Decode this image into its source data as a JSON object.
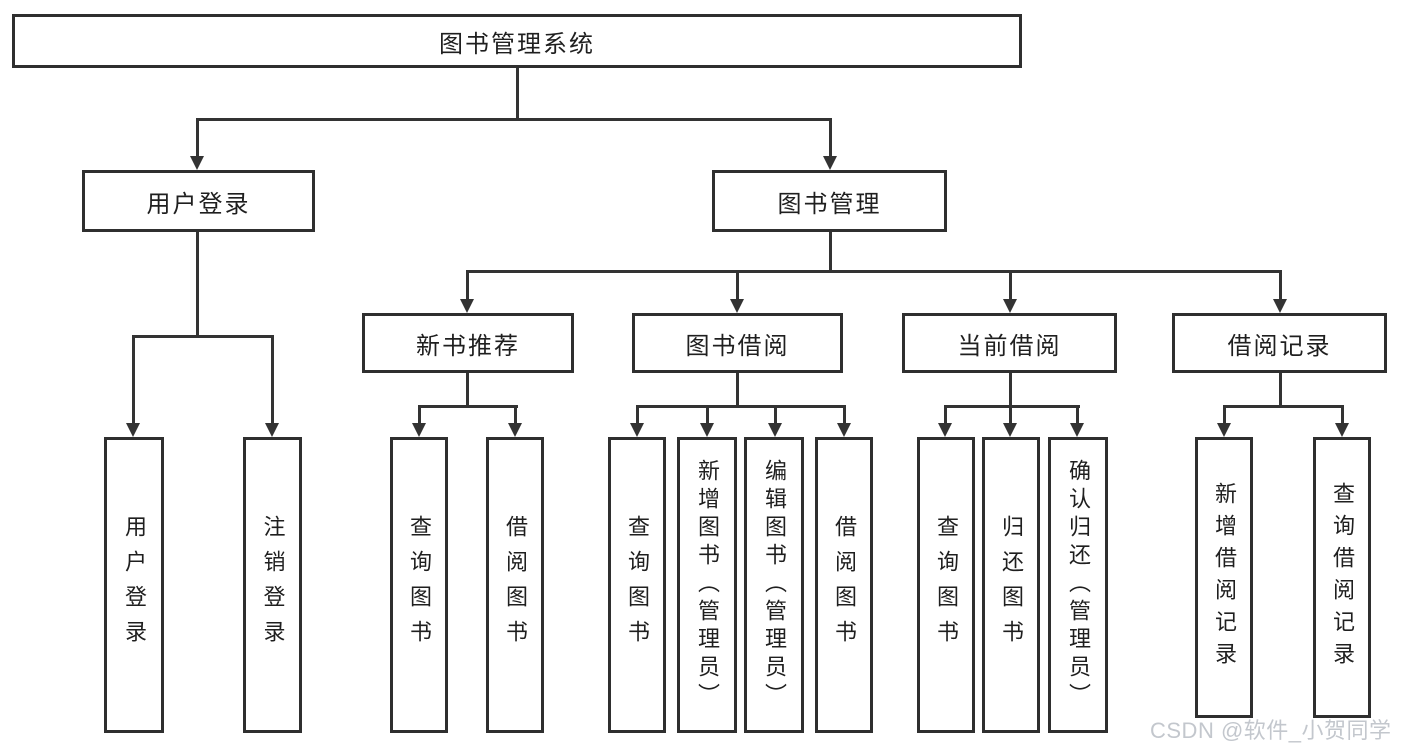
{
  "diagram": {
    "type": "hierarchy-flowchart",
    "root": {
      "label": "图书管理系统"
    },
    "branches": [
      {
        "label": "用户登录",
        "children": [
          {
            "label": "用户登录"
          },
          {
            "label": "注销登录"
          }
        ]
      },
      {
        "label": "图书管理",
        "groups": [
          {
            "label": "新书推荐",
            "children": [
              {
                "label": "查询图书"
              },
              {
                "label": "借阅图书"
              }
            ]
          },
          {
            "label": "图书借阅",
            "children": [
              {
                "label": "查询图书"
              },
              {
                "label": "新增图书（管理员）"
              },
              {
                "label": "编辑图书（管理员）"
              },
              {
                "label": "借阅图书"
              }
            ]
          },
          {
            "label": "当前借阅",
            "children": [
              {
                "label": "查询图书"
              },
              {
                "label": "归还图书"
              },
              {
                "label": "确认归还（管理员）"
              }
            ]
          },
          {
            "label": "借阅记录",
            "children": [
              {
                "label": "新增借阅记录"
              },
              {
                "label": "查询借阅记录"
              }
            ]
          }
        ]
      }
    ]
  },
  "watermark": {
    "text": "CSDN @软件_小贺同学"
  },
  "colors": {
    "line": "#333333",
    "node_border": "#2f2f2f",
    "node_fill": "#ffffff",
    "text": "#1f1f1f",
    "watermark": "#c3c7cd",
    "background": "#ffffff"
  }
}
